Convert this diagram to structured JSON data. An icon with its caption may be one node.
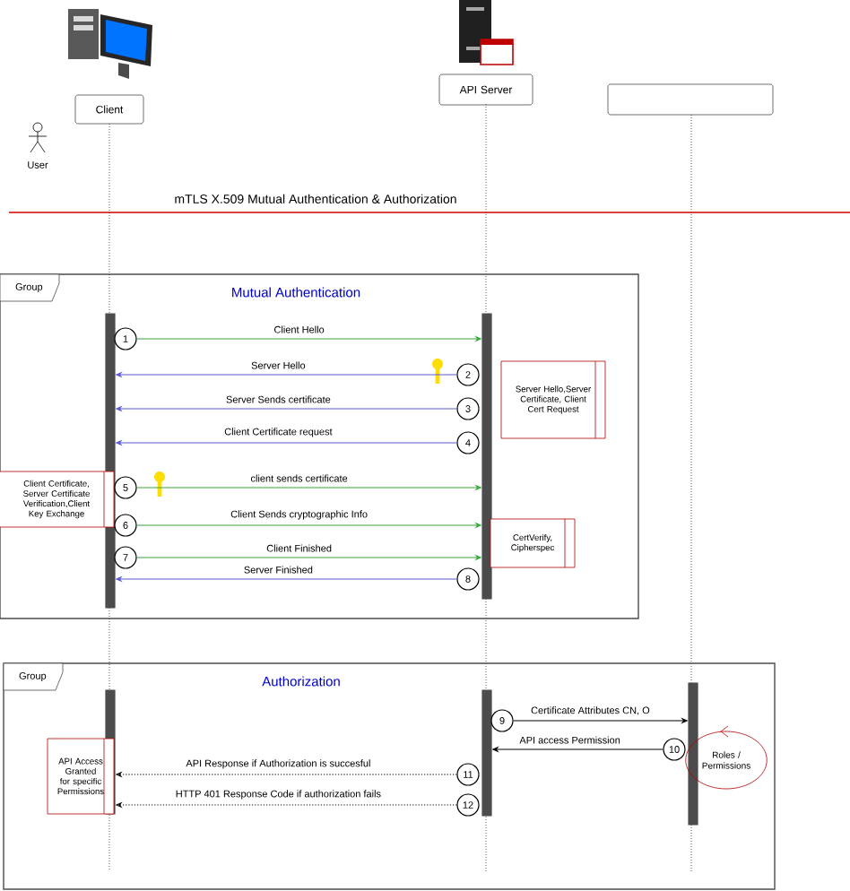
{
  "diagram": {
    "title": "mTLS X.509 Mutual Authentication & Authorization",
    "nodes": [
      {
        "text": [
          "Client"
        ]
      },
      {
        "text": [
          "API Server"
        ]
      },
      {
        "text": [],
        "shape": "box"
      },
      {
        "text": [
          "Group",
          "Mutual Authentication"
        ]
      },
      {
        "text": [],
        "shape": "bar",
        "in": 3
      },
      {
        "text": [],
        "shape": "bar",
        "in": 3
      },
      {
        "text": [
          "1"
        ],
        "in": 3
      },
      {
        "text": [
          "2"
        ],
        "in": 3
      },
      {
        "text": [
          "Server Hello,Server Certificate, Client Cert Request"
        ],
        "in": 3
      },
      {
        "text": [
          "3"
        ],
        "in": 3
      },
      {
        "text": [
          "4"
        ],
        "in": 3
      },
      {
        "text": [
          "Client Certificate, Server Certificate Verification,Client Key Exchange"
        ],
        "in": 3
      },
      {
        "text": [
          "5"
        ],
        "in": 3
      },
      {
        "text": [
          "6"
        ],
        "in": 3
      },
      {
        "text": [
          "7"
        ],
        "in": 3
      },
      {
        "text": [
          "CertVerify, Cipherspec"
        ],
        "in": 3
      },
      {
        "text": [
          "8"
        ],
        "in": 3
      },
      {
        "text": [
          "Group",
          "Authorization"
        ]
      },
      {
        "text": [],
        "shape": "bar",
        "in": 17
      },
      {
        "text": [
          "API Access Granted for specific Permissions"
        ],
        "in": 17
      },
      {
        "text": [],
        "shape": "bar",
        "in": 17
      },
      {
        "text": [
          "9"
        ],
        "in": 17
      },
      {
        "text": [],
        "shape": "bar",
        "in": 17
      },
      {
        "text": [
          "10"
        ],
        "in": 17
      },
      {
        "text": [
          "Roles / Permissions"
        ],
        "in": 17
      },
      {
        "text": [
          "11"
        ],
        "in": 17
      },
      {
        "text": [
          "12"
        ],
        "in": 17
      }
    ],
    "edges": [
      {
        "from": 6,
        "to": 5,
        "arrow": "to",
        "label": "Client Hello",
        "color": "#3aa83a"
      },
      {
        "from": 7,
        "to": 4,
        "arrow": "to",
        "label": "Server Hello",
        "color": "#5a5ad0"
      },
      {
        "from": 9,
        "to": 4,
        "arrow": "to",
        "label": "Server Sends certificate",
        "color": "#5a5ad0"
      },
      {
        "from": 10,
        "to": 4,
        "arrow": "to",
        "label": "Client Certificate request",
        "color": "#5a5ad0"
      },
      {
        "from": 12,
        "to": 5,
        "arrow": "to",
        "label": "client sends certificate",
        "color": "#3aa83a"
      },
      {
        "from": 13,
        "to": 5,
        "arrow": "to",
        "label": "Client Sends cryptographic Info",
        "color": "#3aa83a"
      },
      {
        "from": 14,
        "to": 5,
        "arrow": "to",
        "label": "Client Finished",
        "color": "#3aa83a"
      },
      {
        "from": 16,
        "to": 4,
        "arrow": "to",
        "label": "Server Finished",
        "color": "#5a5ad0"
      },
      {
        "from": 21,
        "to": 22,
        "arrow": "to",
        "label": "Certificate Attributes CN, O",
        "color": "#000000"
      },
      {
        "from": 23,
        "to": 20,
        "arrow": "to",
        "label": "API access Permission",
        "color": "#000000"
      },
      {
        "from": 25,
        "to": 18,
        "arrow": "to",
        "label": "API Response if Authorization is succesful",
        "style": "dashed",
        "color": "#000000"
      },
      {
        "from": 26,
        "to": 18,
        "arrow": "to",
        "label": "HTTP 401 Response Code if authorization fails",
        "style": "dashed",
        "color": "#000000"
      }
    ],
    "labels": [
      "User"
    ]
  }
}
